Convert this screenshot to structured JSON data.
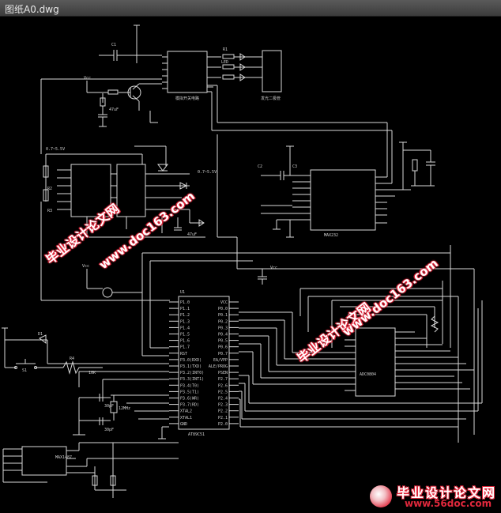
{
  "window": {
    "title": "图纸A0.dwg"
  },
  "voltage_labels": {
    "top_left": "0.7~5.5V",
    "mid_right": "0.7~5.5V"
  },
  "ic_labels": {
    "top_ic": "模拟开关电路",
    "display": "发光二极管",
    "reg_chip": "MAX232",
    "mcu": "AT89C51",
    "mcu_name": "U1",
    "right_chip": "ADC0804",
    "dip": "MAX1487"
  },
  "small_labels": {
    "vcc": "Vcc",
    "vcc2": "Vcc",
    "vcc3": "Vcc",
    "c1": "C1",
    "c2": "C2",
    "c3": "C3",
    "r1": "R1",
    "r2": "R2",
    "r3": "R3",
    "led": "LED",
    "res_10k": "10K",
    "cap_47u": "47uF",
    "cap_30p": "30pF",
    "cap_30p2": "30pF",
    "crystal": "12MHz",
    "s1": "S1",
    "r4": "R4",
    "d1": "D1"
  },
  "mcu_pins_left": [
    "P1.0",
    "P1.1",
    "P1.2",
    "P1.3",
    "P1.4",
    "P1.5",
    "P1.6",
    "P1.7",
    "RST",
    "P3.0(RXD)",
    "P3.1(TXD)",
    "P3.2(INT0)",
    "P3.3(INT1)",
    "P3.4(T0)",
    "P3.5(T1)",
    "P3.6(WR)",
    "P3.7(RD)",
    "XTAL2",
    "XTAL1",
    "GND"
  ],
  "mcu_pins_right": [
    "VCC",
    "P0.0",
    "P0.1",
    "P0.2",
    "P0.3",
    "P0.4",
    "P0.5",
    "P0.6",
    "P0.7",
    "EA/VPP",
    "ALE/PROG",
    "PSEN",
    "P2.7",
    "P2.6",
    "P2.5",
    "P2.4",
    "P2.3",
    "P2.2",
    "P2.1",
    "P2.0"
  ],
  "watermarks": {
    "wm1": "毕业设计论文网",
    "wm2": "www.doc163.com",
    "wm3": "毕业设计论文网",
    "wm4": "www.doc163.com",
    "logo_cn": "毕业设计论文网",
    "logo_url": "www.56doc.com"
  },
  "colors": {
    "background": "#000000",
    "wire": "#d8d8d8",
    "watermark_red": "#e0283c",
    "watermark_white": "#ffffff"
  }
}
